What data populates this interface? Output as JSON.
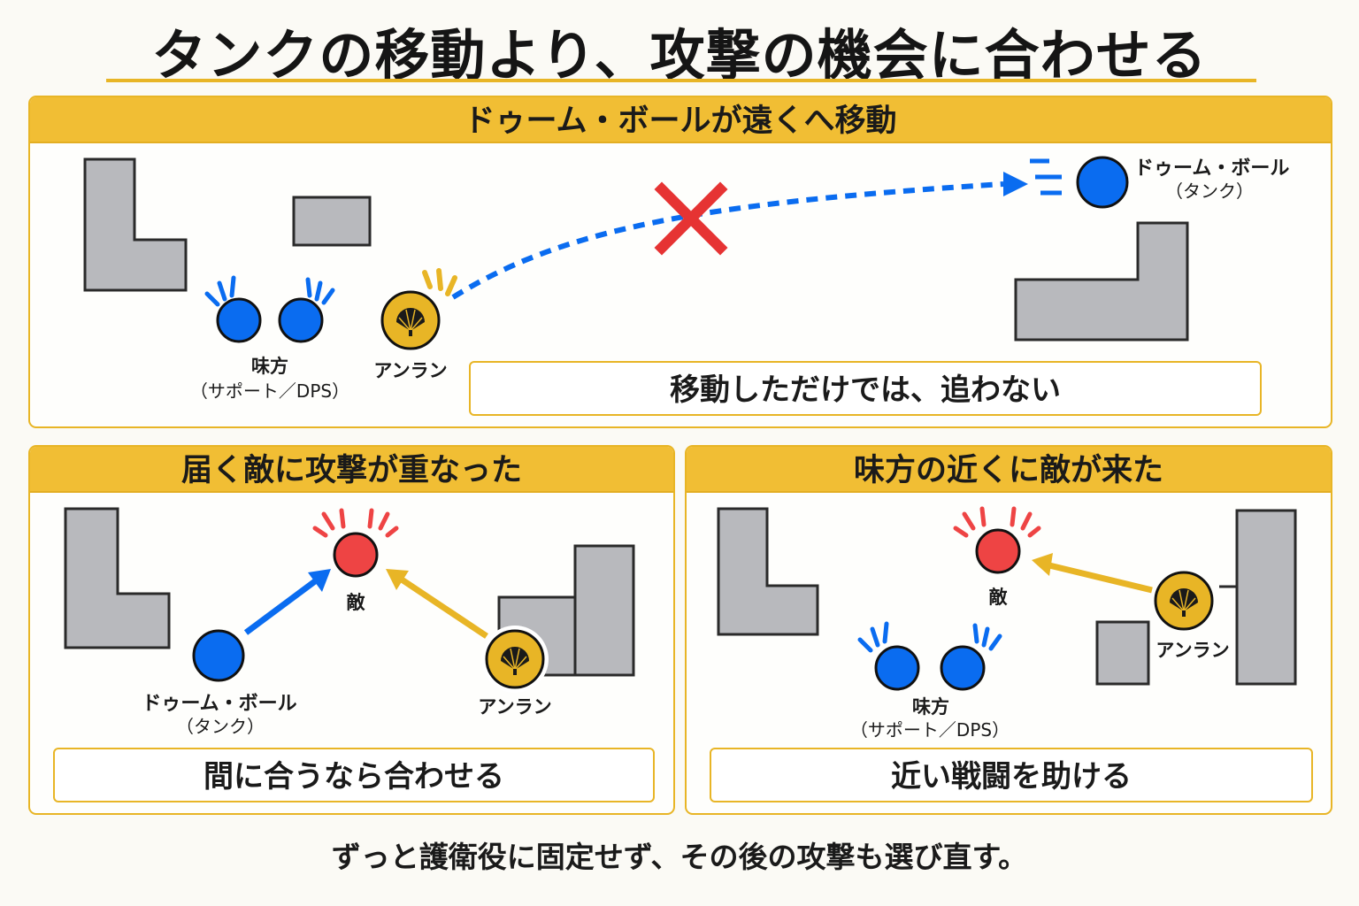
{
  "title": "タンクの移動より、攻撃の機会に合わせる",
  "panels": {
    "top": {
      "header": "ドゥーム・ボールが遠くへ移動",
      "tank_label": "ドゥーム・ボール",
      "tank_sub": "（タンク）",
      "allies_label": "味方",
      "allies_sub": "（サポート／DPS）",
      "anran_label": "アンラン",
      "caption": "移動しただけでは、追わない"
    },
    "left": {
      "header": "届く敵に攻撃が重なった",
      "enemy_label": "敵",
      "tank_label": "ドゥーム・ボール",
      "tank_sub": "（タンク）",
      "anran_label": "アンラン",
      "caption": "間に合うなら合わせる"
    },
    "right": {
      "header": "味方の近くに敵が来た",
      "enemy_label": "敵",
      "allies_label": "味方",
      "allies_sub": "（サポート／DPS）",
      "anran_label": "アンラン",
      "caption": "近い戦闘を助ける"
    }
  },
  "footer": "ずっと護衛役に固定せず、その後の攻撃も選び直す。",
  "colors": {
    "accent": "#f1be34",
    "ally_blue": "#0a6cf0",
    "enemy_red": "#ee4444",
    "anran_gold": "#e8b526",
    "cross_red": "#e63333",
    "wall_gray": "#b8b9bd"
  },
  "icons": {
    "anran": "fan-icon",
    "cancel": "cross-icon"
  }
}
